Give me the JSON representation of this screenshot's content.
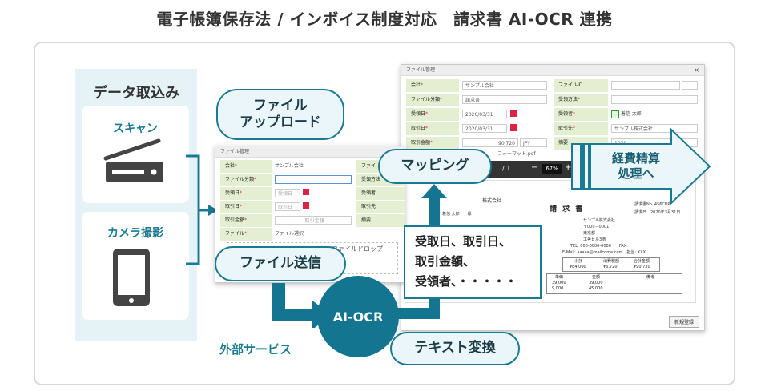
{
  "header": {
    "title": "電子帳簿保存法 / インボイス制度対応　請求書 AI-OCR 連携"
  },
  "capture": {
    "title": "データ取込み",
    "scan_label": "スキャン",
    "camera_label": "カメラ撮影"
  },
  "steps": {
    "upload": "ファイル\nアップロード",
    "send": "ファイル送信",
    "mapping": "マッピング",
    "text_convert": "テキスト変換",
    "ocr": "AI-OCR",
    "external": "外部サービス",
    "expense": "経費精算\n処理へ"
  },
  "extracted": {
    "line1": "受取日、取引日、",
    "line2": "取引金額、",
    "line3": "受領者、・・・・・"
  },
  "window_back": {
    "title": "ファイル管理",
    "close": "×",
    "fields_left": [
      {
        "label": "会社",
        "value": "サンプル会社"
      },
      {
        "label": "ファイル分類",
        "value": "請求書"
      },
      {
        "label": "受領日",
        "value": "2020/03/31"
      },
      {
        "label": "取引日",
        "value": "2020/03/31"
      },
      {
        "label": "取引金額",
        "value": "90,720"
      }
    ],
    "fields_right": [
      {
        "label": "ファイルID",
        "value": ""
      },
      {
        "label": "受領方法",
        "value": ""
      },
      {
        "label": "受領者",
        "value": "着信 太郎"
      },
      {
        "label": "取引先",
        "value": "サンプル株式会社"
      },
      {
        "label": "摘要",
        "value": "1030"
      }
    ],
    "currency": "JPY",
    "pdf_name": "フォーマット.pdf",
    "zoom": "67%",
    "page": "/ 1",
    "register_button": "新規登録",
    "invoice": {
      "heading": "請 求 書",
      "customer": "株式会社",
      "recipient": "着信 太郎　　様",
      "invoice_no": "請求書No. 456CRP",
      "date": "請求日　2020年3月31日",
      "issuer": "サンプル株式会社",
      "zip": "〒000－0001",
      "city": "東京都",
      "bldg": "工舎ビル3階",
      "tel": "TEL: 000-0000-0000　　FAX:",
      "mail": "E-Mail: aaaaa@mailcome.com　担当: XXX",
      "total1": "¥84,000",
      "total2": "¥6,720",
      "total3": "¥90,720",
      "row1_a": "39,000",
      "row1_b": "39,000",
      "row2_a": "9,000",
      "row2_b": "45,000",
      "head_a": "小計",
      "head_b": "消費税額",
      "head_c": "合計金額",
      "col_a": "単価",
      "col_b": "金額",
      "col_c": "備考"
    }
  },
  "window_front": {
    "title": "ファイル管理",
    "fields": [
      {
        "label": "会社",
        "value": "サンプル会社"
      },
      {
        "label": "ファイル分類",
        "value": ""
      },
      {
        "label": "受領日",
        "value": "受領日"
      },
      {
        "label": "取引日",
        "value": "取引日"
      },
      {
        "label": "取引金額",
        "value": "取引金額"
      },
      {
        "label": "ファイル",
        "value": "ファイル選択"
      }
    ],
    "right_labels": [
      "ファイ",
      "受領方法",
      "受領者",
      "取引先",
      "摘要"
    ],
    "drop_text": "ファイルドロップ"
  },
  "colors": {
    "accent": "#1a7a94",
    "dark": "#147590",
    "pill_bg": "#eaf6f9",
    "field_label": "#e3efd0"
  }
}
